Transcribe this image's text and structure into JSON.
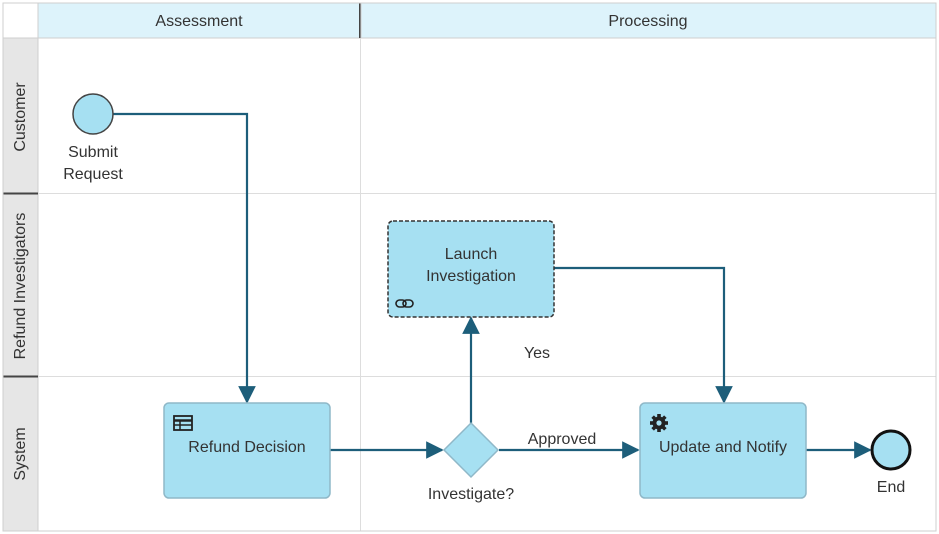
{
  "columns": [
    {
      "label": "Assessment"
    },
    {
      "label": "Processing"
    }
  ],
  "lanes": [
    {
      "label": "Customer"
    },
    {
      "label": "Refund Investigators"
    },
    {
      "label": "System"
    }
  ],
  "nodes": {
    "start": {
      "label_line1": "Submit",
      "label_line2": "Request"
    },
    "refund_decision": {
      "label": "Refund Decision",
      "icon": "table-icon"
    },
    "gateway": {
      "label": "Investigate?"
    },
    "launch_investigation": {
      "label_line1": "Launch",
      "label_line2": "Investigation",
      "icon": "link-icon"
    },
    "update_notify": {
      "label": "Update and Notify",
      "icon": "gear-icon"
    },
    "end": {
      "label": "End"
    }
  },
  "flows": {
    "yes_label": "Yes",
    "approved_label": "Approved"
  },
  "colors": {
    "header_fill": "#ddf3fb",
    "lane_header_fill": "#e6e6e6",
    "node_fill": "#a6e0f2",
    "node_stroke": "#8fb8c8",
    "flow_stroke": "#1d5e7a",
    "border_dark": "#666666",
    "grid_line": "#dddddd"
  }
}
